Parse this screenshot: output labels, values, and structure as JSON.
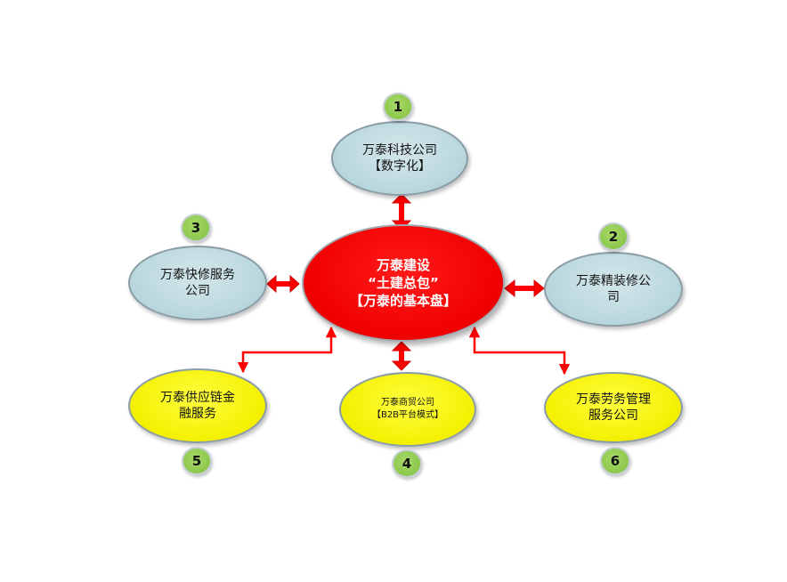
{
  "center": {
    "lines": [
      "万泰建设",
      "“土建总包”",
      "【万泰的基本盘】"
    ]
  },
  "nodes": [
    {
      "number": "1",
      "lines": [
        "万泰科技公司",
        "【数字化】"
      ]
    },
    {
      "number": "2",
      "lines": [
        "万泰精装修公",
        "司"
      ]
    },
    {
      "number": "3",
      "lines": [
        "万泰快修服务",
        "公司"
      ]
    },
    {
      "number": "4",
      "lines": [
        "万泰商贸公司",
        "【B2B平台模式】"
      ]
    },
    {
      "number": "5",
      "lines": [
        "万泰供应链金",
        "融服务"
      ]
    },
    {
      "number": "6",
      "lines": [
        "万泰劳务管理",
        "服务公司"
      ]
    }
  ],
  "colors": {
    "center": "#f00000",
    "node_blue": "#bcd9df",
    "node_yellow": "#f4f000",
    "badge": "#8cc84b",
    "arrow": "#ff0000"
  }
}
